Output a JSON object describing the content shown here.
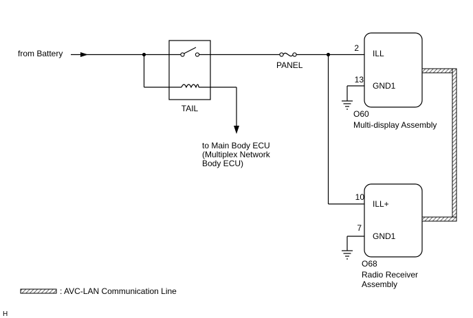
{
  "source_label": "from Battery",
  "relay": {
    "label": "TAIL"
  },
  "fuse": {
    "label": "PANEL"
  },
  "ecu_note": {
    "lines": [
      "to Main Body ECU",
      "(Multiplex Network",
      "Body ECU)"
    ]
  },
  "components": [
    {
      "code": "O60",
      "name_lines": [
        "Multi-display Assembly"
      ],
      "pins": [
        {
          "number": "2",
          "name": "ILL"
        },
        {
          "number": "13",
          "name": "GND1"
        }
      ]
    },
    {
      "code": "O68",
      "name_lines": [
        "Radio Receiver",
        "Assembly"
      ],
      "pins": [
        {
          "number": "10",
          "name": "ILL+"
        },
        {
          "number": "7",
          "name": "GND1"
        }
      ]
    }
  ],
  "legend": {
    "label": ": AVC-LAN Communication Line"
  },
  "corner_mark": "H"
}
